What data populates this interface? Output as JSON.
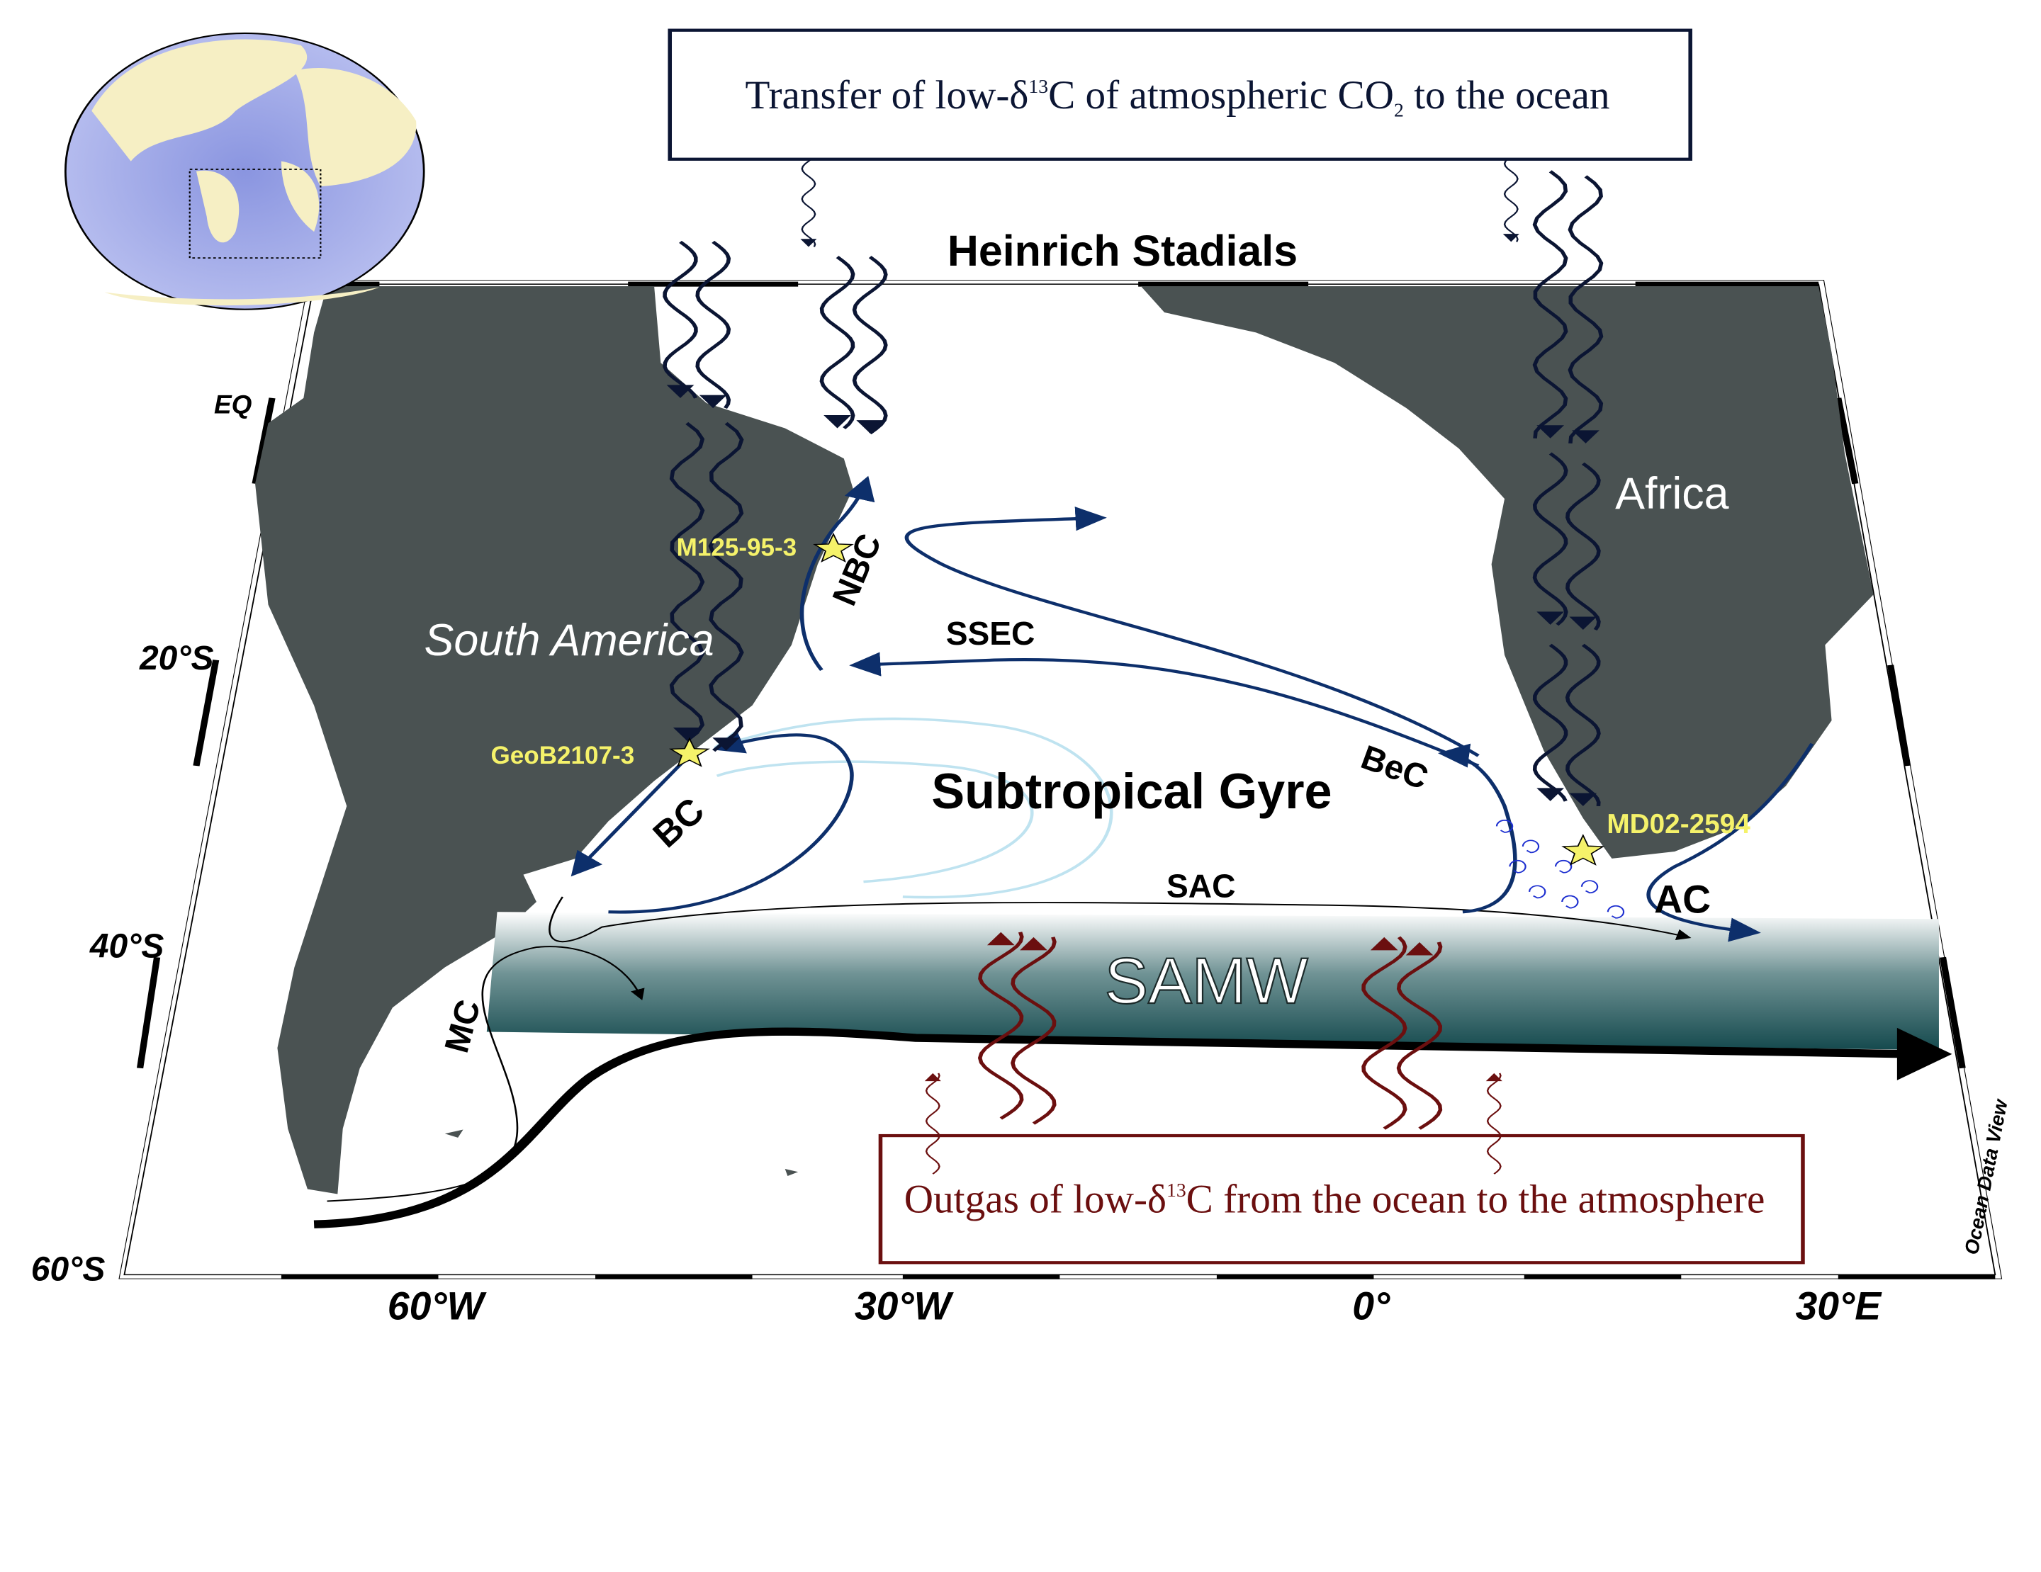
{
  "title": "Heinrich Stadials",
  "top_box": {
    "pre": "Transfer of low-δ",
    "sup": "13",
    "mid": "C of atmospheric CO",
    "sub": "2",
    "post": " to the ocean"
  },
  "bottom_box": {
    "pre": "Outgas of low-δ",
    "sup": "13",
    "post": "C from the ocean to the atmosphere"
  },
  "latitude_labels": [
    "EQ",
    "20°S",
    "40°S",
    "60°S"
  ],
  "longitude_labels": [
    "60°W",
    "30°W",
    "0°",
    "30°E"
  ],
  "continents": {
    "south_america": "South America",
    "africa": "Africa"
  },
  "features": {
    "gyre": "Subtropical Gyre",
    "samw": "SAMW"
  },
  "currents": {
    "ssec": "SSEC",
    "nbc": "NBC",
    "bc": "BC",
    "bec": "BeC",
    "sac": "SAC",
    "ac": "AC",
    "mc": "MC"
  },
  "stations": [
    "M125-95-3",
    "GeoB2107-3",
    "MD02-2594"
  ],
  "credit": "Ocean Data View",
  "colors": {
    "land": "#4a5252",
    "current": "#0d2f6b",
    "atm_arrow": "#0b1533",
    "outgas": "#6b0f0f",
    "station": "#f5f26a",
    "samw": "#154a4e"
  }
}
